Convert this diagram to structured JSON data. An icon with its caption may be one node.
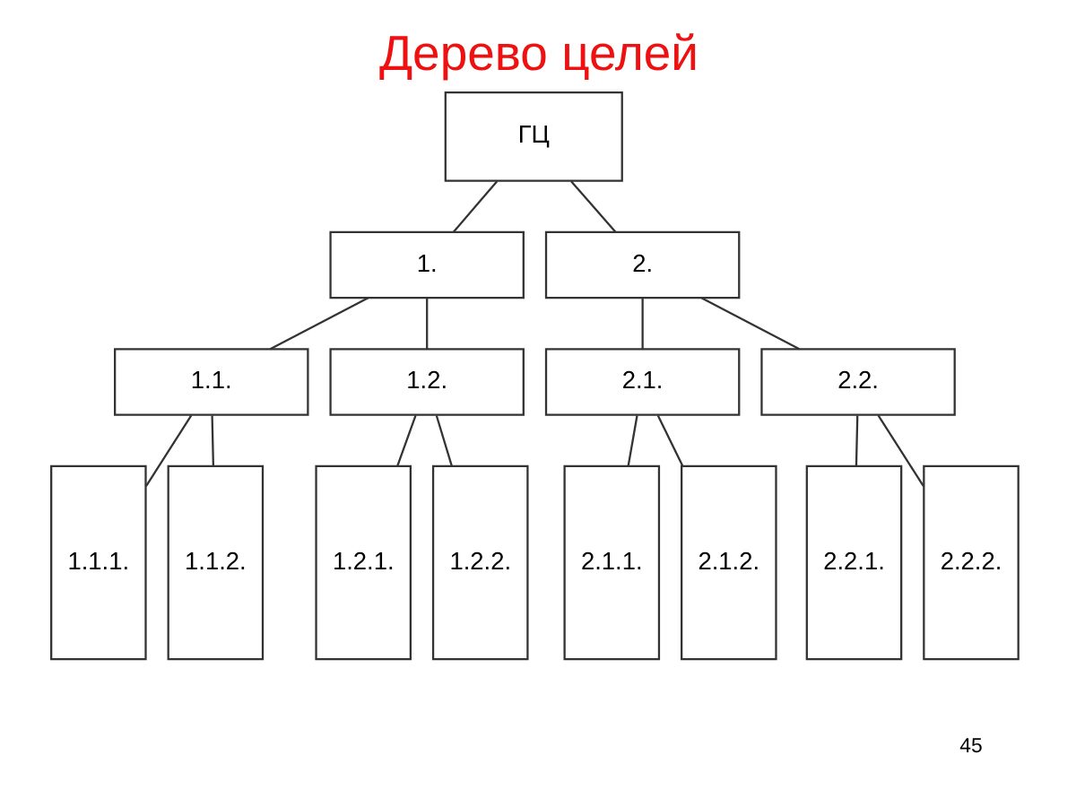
{
  "diagram": {
    "title": "Дерево целей",
    "nodes": [
      {
        "text": [
          "ГЦ"
        ]
      },
      {
        "text": [
          "1."
        ]
      },
      {
        "text": [
          "2."
        ]
      },
      {
        "text": [
          "1.1."
        ]
      },
      {
        "text": [
          "1.2."
        ]
      },
      {
        "text": [
          "2.1."
        ]
      },
      {
        "text": [
          "2.2."
        ]
      },
      {
        "text": [
          "1.1.1."
        ]
      },
      {
        "text": [
          "1.1.2."
        ]
      },
      {
        "text": [
          "1.2.1."
        ]
      },
      {
        "text": [
          "1.2.2."
        ]
      },
      {
        "text": [
          "2.1.1."
        ]
      },
      {
        "text": [
          "2.1.2."
        ]
      },
      {
        "text": [
          "2.2.1."
        ]
      },
      {
        "text": [
          "2.2.2."
        ]
      }
    ],
    "edges": [
      {
        "from": 0,
        "to": 1,
        "arrow": "none"
      },
      {
        "from": 0,
        "to": 2,
        "arrow": "none"
      },
      {
        "from": 1,
        "to": 3,
        "arrow": "none"
      },
      {
        "from": 1,
        "to": 4,
        "arrow": "none"
      },
      {
        "from": 2,
        "to": 5,
        "arrow": "none"
      },
      {
        "from": 2,
        "to": 6,
        "arrow": "none"
      },
      {
        "from": 3,
        "to": 7,
        "arrow": "none"
      },
      {
        "from": 3,
        "to": 8,
        "arrow": "none"
      },
      {
        "from": 4,
        "to": 9,
        "arrow": "none"
      },
      {
        "from": 4,
        "to": 10,
        "arrow": "none"
      },
      {
        "from": 5,
        "to": 11,
        "arrow": "none"
      },
      {
        "from": 5,
        "to": 12,
        "arrow": "none"
      },
      {
        "from": 6,
        "to": 13,
        "arrow": "none"
      },
      {
        "from": 6,
        "to": 14,
        "arrow": "none"
      }
    ],
    "labels": [
      "45"
    ]
  }
}
